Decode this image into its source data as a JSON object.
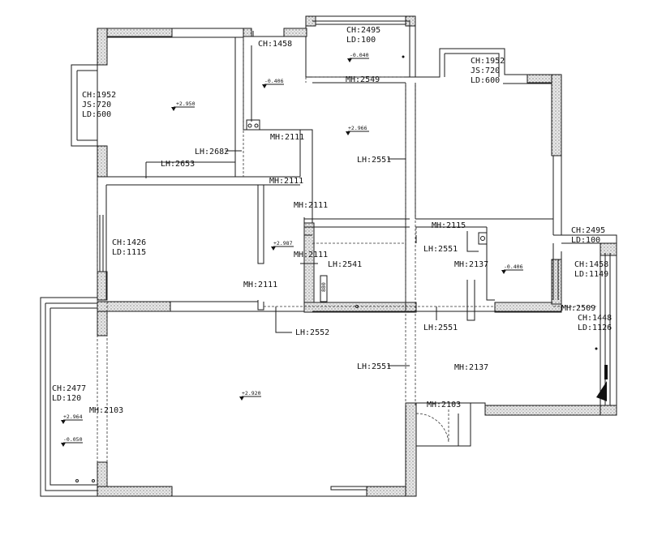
{
  "win_nw": {
    "ch": "CH:1458"
  },
  "win_top": {
    "ch": "CH:2495",
    "ld": "LD:100"
  },
  "win_left": {
    "ch": "CH:1952",
    "js": "JS:720",
    "ld": "LD:600"
  },
  "win_right": {
    "ch": "CH:1952",
    "js": "JS:720",
    "ld": "LD:600"
  },
  "win_mid_left": {
    "ch": "CH:1426",
    "ld": "LD:1115"
  },
  "win_east_top": {
    "ch": "CH:2495",
    "ld": "LD:100"
  },
  "win_east_mid": {
    "ch": "CH:1458",
    "ld": "LD:1149"
  },
  "win_east_low": {
    "ch": "CH:1448",
    "ld": "LD:1126"
  },
  "win_sw": {
    "ch": "CH:2477",
    "ld": "LD:120"
  },
  "doors": {
    "mh2549": "MH:2549",
    "mh2111_a": "MH:2111",
    "mh2111_b": "MH:2111",
    "mh2111_c": "MH:2111",
    "mh2111_d": "MH:2111",
    "mh2111_e": "MH:2111",
    "mh2115": "MH:2115",
    "mh2137_a": "MH:2137",
    "mh2137_b": "MH:2137",
    "mh2509": "MH:2509",
    "mh2103_a": "MH:2103",
    "mh2103_b": "MH:2103"
  },
  "beams": {
    "lh2682": "LH:2682",
    "lh2653": "LH:2653",
    "lh2551_a": "LH:2551",
    "lh2551_b": "LH:2551",
    "lh2551_c": "LH:2551",
    "lh2551_d": "LH:2551",
    "lh2541": "LH:2541",
    "lh2552": "LH:2552"
  },
  "elevations": {
    "e1": "+2.950",
    "e2": "-0.406",
    "e3": "-0.040",
    "e4": "+2.966",
    "e5": "+2.987",
    "e6": "-0.406",
    "e7": "+2.920",
    "e8": "+2.964",
    "e9": "-0.050"
  },
  "misc": {
    "w880": "880"
  }
}
